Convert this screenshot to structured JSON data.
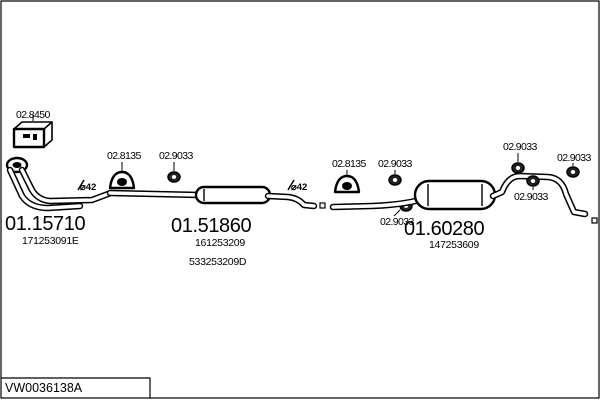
{
  "diagram_id": "VW0036138A",
  "sections": [
    {
      "number": "01.15710",
      "oem": [
        "171253091E"
      ],
      "pipe_diameter": "⌀42"
    },
    {
      "number": "01.51860",
      "oem": [
        "161253209",
        "533253209D"
      ],
      "pipe_diameter": "⌀42"
    },
    {
      "number": "01.60280",
      "oem": [
        "147253609"
      ]
    }
  ],
  "parts": {
    "mounting_kit": "02.8450",
    "clamp_a": "02.8135",
    "clamp_b": "02.8135",
    "hanger_a": "02.9033",
    "hanger_b": "02.9033",
    "hanger_c": "02.9033",
    "hanger_d": "02.9033",
    "hanger_e": "02.9033",
    "hanger_f": "02.9033"
  },
  "colors": {
    "line": "#000000",
    "background": "#ffffff"
  }
}
